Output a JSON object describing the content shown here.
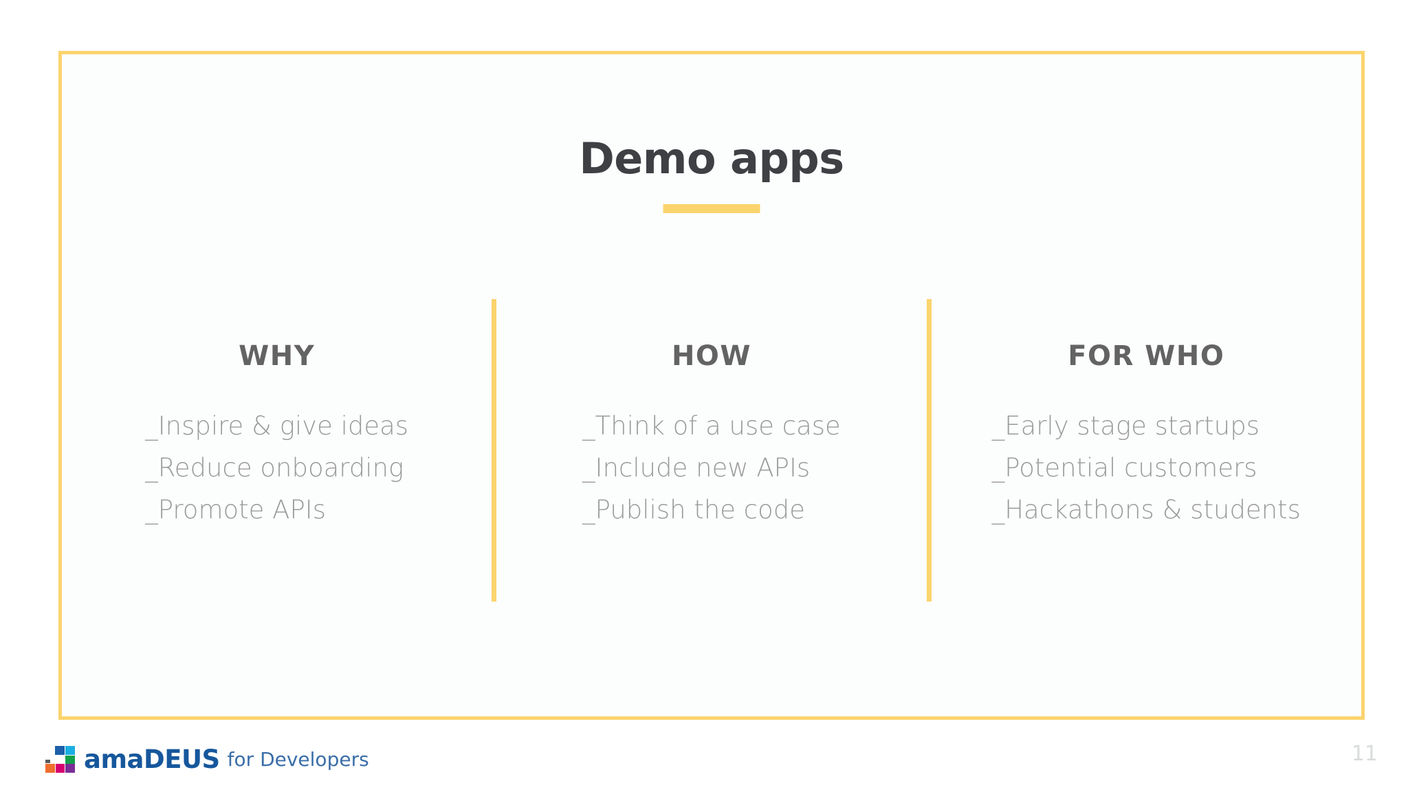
{
  "slide": {
    "title": "Demo apps",
    "page_number": "11",
    "frame_color": "#fbd46d",
    "accent_color": "#fbd46d",
    "title_color": "#3f4044",
    "heading_color": "#636363",
    "body_color": "#9a9a9a",
    "background_color": "#fcfdfd"
  },
  "columns": [
    {
      "heading": "WHY",
      "items": [
        "_Inspire & give ideas",
        "_Reduce onboarding",
        "_Promote APIs"
      ]
    },
    {
      "heading": "HOW",
      "items": [
        "_Think of a use case",
        "_Include new APIs",
        "_Publish the code"
      ]
    },
    {
      "heading": "FOR WHO",
      "items": [
        "_Early stage startups",
        "_Potential customers",
        "_Hackathons & students"
      ]
    }
  ],
  "footer": {
    "brand": "amaDEUS",
    "tagline": "for Developers",
    "logo_colors": {
      "dark_blue": "#1d5fa8",
      "light_blue": "#1cafe4",
      "green": "#12a04a",
      "orange": "#ef6d2e",
      "magenta": "#d6006f",
      "purple": "#7b2d96",
      "wordmark_blue": "#16579c",
      "tagline_blue": "#3a6ea8"
    }
  }
}
